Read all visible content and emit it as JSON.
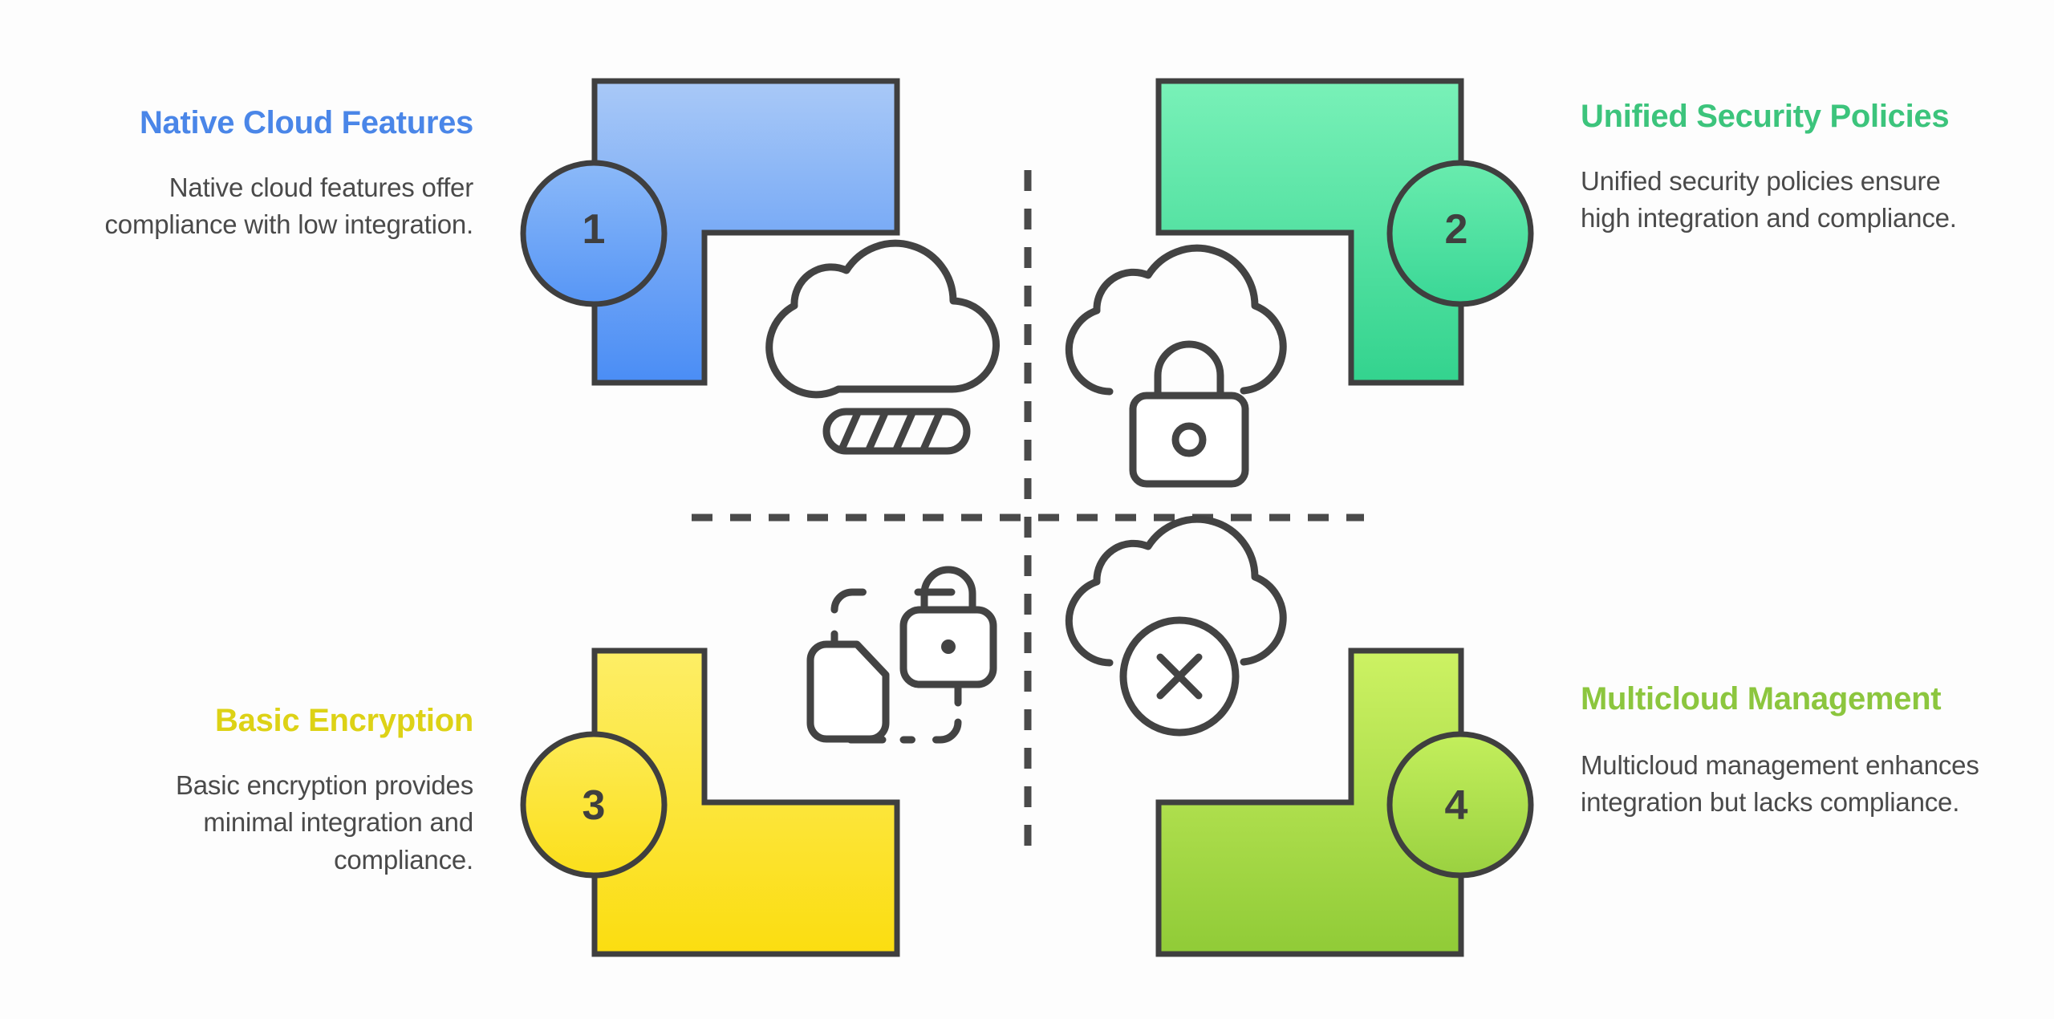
{
  "diagram": {
    "type": "2x2-quadrant-matrix",
    "background_color": "#fdfdfd",
    "outline_color": "#3f3f3f",
    "divider": {
      "style": "dashed",
      "color": "#4a4a4a",
      "horizontal": true,
      "vertical": true
    }
  },
  "quadrants": [
    {
      "number": "1",
      "title": "Native Cloud Features",
      "description": "Native cloud features offer compliance with low integration.",
      "color": "#4a86e8",
      "fill_top": "#a4c6f6",
      "fill_bottom": "#4b8ff5",
      "title_align": "right",
      "position": "top-left",
      "icon": "cloud-with-progress-bar-icon"
    },
    {
      "number": "2",
      "title": "Unified Security Policies",
      "description": "Unified security policies ensure high integration and compliance.",
      "color": "#3cc47c",
      "fill_top": "#74efb4",
      "fill_bottom": "#35d590",
      "title_align": "left",
      "position": "top-right",
      "icon": "cloud-with-lock-icon"
    },
    {
      "number": "3",
      "title": "Basic Encryption",
      "description": "Basic encryption provides minimal integration and compliance.",
      "color": "#ddd216",
      "fill_top": "#fdeb60",
      "fill_bottom": "#fbdf14",
      "title_align": "right",
      "position": "bottom-left",
      "icon": "dashed-box-lock-file-icon"
    },
    {
      "number": "4",
      "title": "Multicloud Management",
      "description": "Multicloud management enhances integration but lacks compliance.",
      "color": "#8cc63e",
      "fill_top": "#cbf060",
      "fill_bottom": "#94cd3b",
      "title_align": "left",
      "position": "bottom-right",
      "icon": "cloud-with-x-icon"
    }
  ],
  "icons": [
    {
      "name": "cloud-with-progress-bar-icon",
      "quadrant": "1"
    },
    {
      "name": "cloud-with-lock-icon",
      "quadrant": "2"
    },
    {
      "name": "dashed-box-lock-file-icon",
      "quadrant": "3"
    },
    {
      "name": "cloud-with-x-icon",
      "quadrant": "4"
    }
  ]
}
